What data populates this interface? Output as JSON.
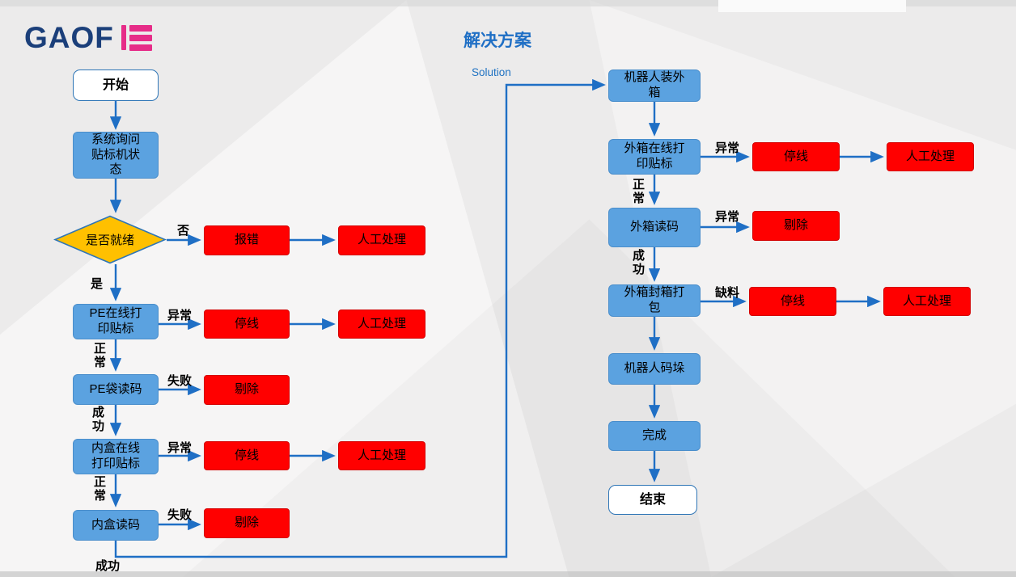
{
  "logo": {
    "text": "GAOF"
  },
  "header": {
    "title": "解决方案",
    "solution_label": "Solution"
  },
  "colors": {
    "node_blue": "#5BA2E0",
    "node_red": "#FF0000",
    "diamond_yellow": "#FFC000",
    "arrow_blue": "#1F6FC5",
    "title_blue": "#1F6FC5",
    "logo_navy": "#1B3F7A",
    "logo_pink": "#E62C88"
  },
  "left_flow": {
    "start": "开始",
    "query_status": "系统询问贴标机状态",
    "ready_check": "是否就绪",
    "label_no": "否",
    "label_yes": "是",
    "report_error": "报错",
    "manual_1": "人工处理",
    "pe_print": "PE在线打印贴标",
    "label_abnormal_1": "异常",
    "stop_1": "停线",
    "manual_2": "人工处理",
    "label_normal_1": "正常",
    "pe_read": "PE袋读码",
    "label_fail_1": "失败",
    "reject_1": "剔除",
    "label_success_1": "成功",
    "innerbox_print": "内盒在线打印贴标",
    "label_abnormal_2": "异常",
    "stop_2": "停线",
    "manual_3": "人工处理",
    "label_normal_2": "正常",
    "innerbox_read": "内盒读码",
    "label_fail_2": "失败",
    "reject_2": "剔除",
    "label_success_2": "成功"
  },
  "right_flow": {
    "robot_pack": "机器人装外箱",
    "carton_print": "外箱在线打印贴标",
    "label_abnormal_1": "异常",
    "stop_1": "停线",
    "manual_1": "人工处理",
    "label_normal": "正常",
    "carton_read": "外箱读码",
    "label_abnormal_2": "异常",
    "reject": "剔除",
    "label_success": "成功",
    "carton_seal": "外箱封箱打包",
    "label_missing": "缺料",
    "stop_2": "停线",
    "manual_2": "人工处理",
    "robot_palletize": "机器人码垛",
    "done": "完成",
    "end": "结束"
  }
}
